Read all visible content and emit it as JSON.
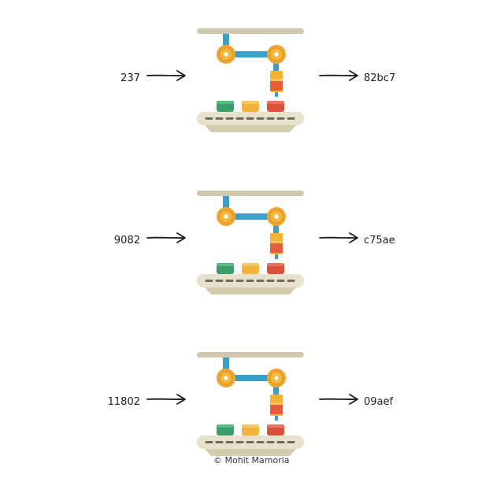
{
  "rows": [
    {
      "input": "237",
      "output": "82bc7"
    },
    {
      "input": "9082",
      "output": "c75ae"
    },
    {
      "input": "11802",
      "output": "09aef"
    }
  ],
  "credit": "© Mohit Mamoria",
  "icons": {
    "arrow": "arrow-right-icon",
    "machine": "robotic-arm-conveyor-icon"
  },
  "colors": {
    "rail": "#cfc7ae",
    "arm": "#3a9fc9",
    "joint": "#f1a531",
    "joint_center": "#ffffff",
    "gripper": "#f6b234",
    "gripper_shade": "#e55d3a",
    "box_green": "#3a9e6c",
    "box_yellow": "#f4b23a",
    "box_red": "#d9503d",
    "belt": "#e8e2cc",
    "belt_base": "#d5ccb0",
    "belt_dash": "#6d6a60",
    "ink": "#1d1d1d"
  }
}
